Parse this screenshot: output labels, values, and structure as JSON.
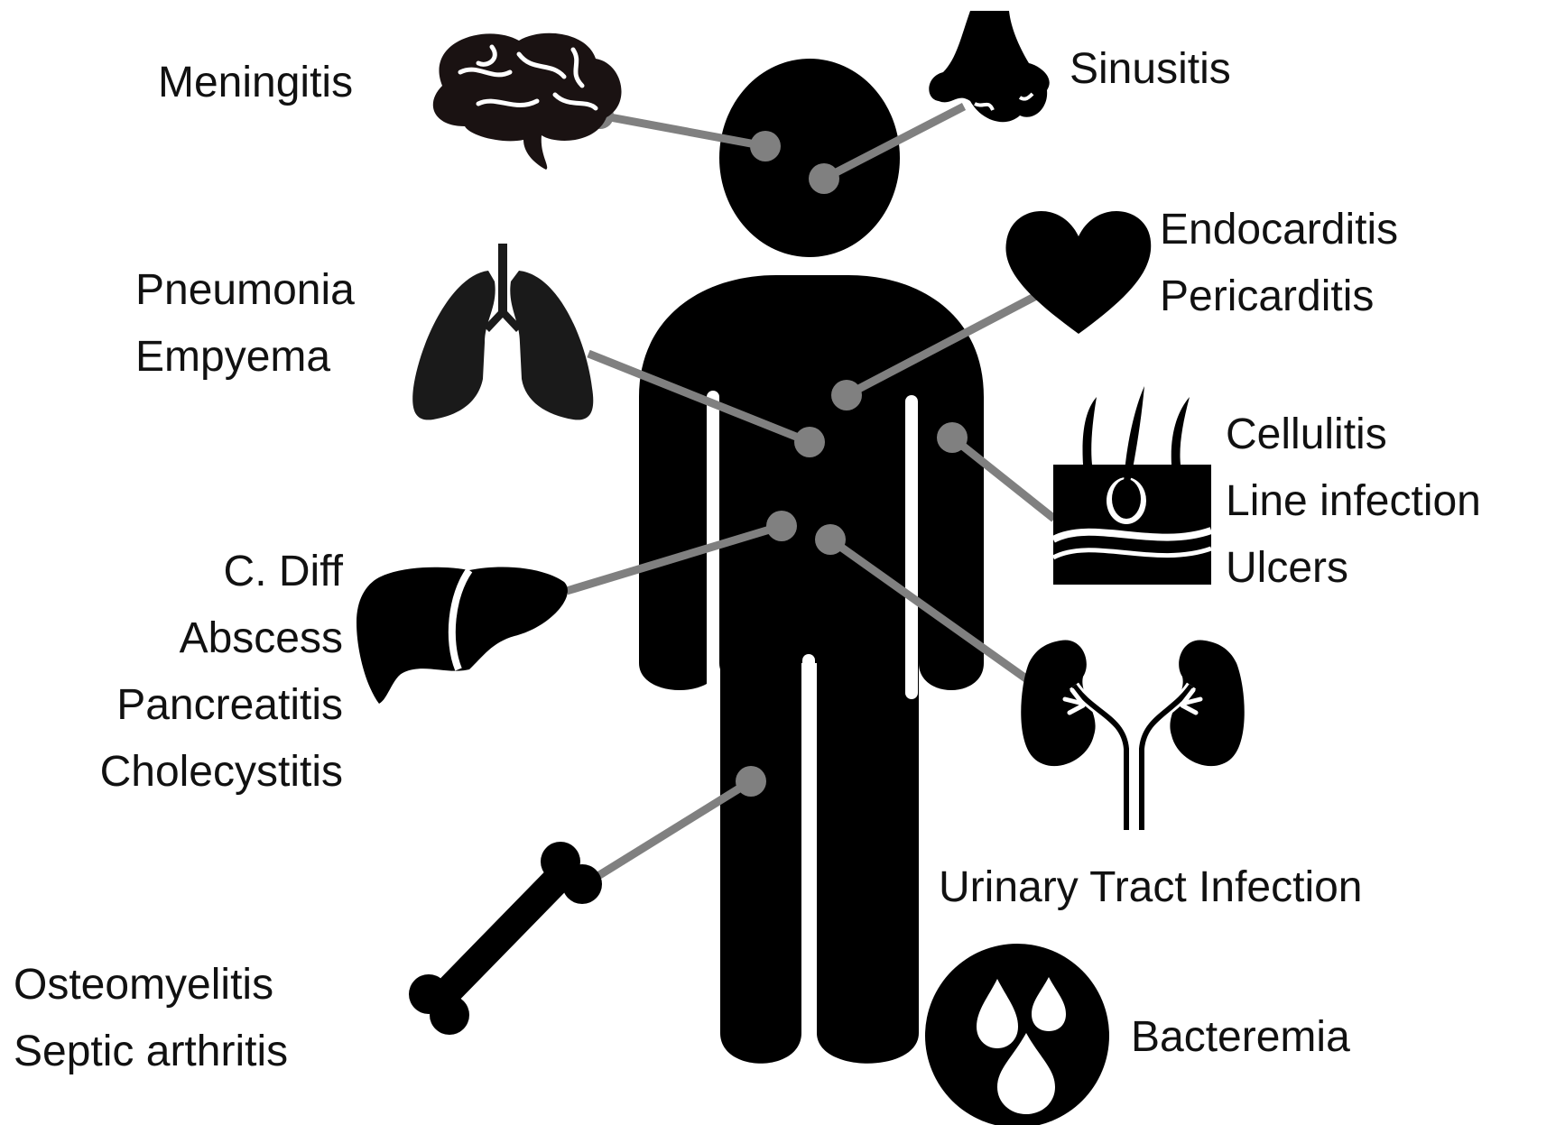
{
  "colors": {
    "icon": "#000000",
    "connector": "#808080",
    "text": "#111111",
    "background": "#ffffff"
  },
  "infections": [
    {
      "id": "brain",
      "icon": "brain-icon",
      "labels": [
        "Meningitis"
      ]
    },
    {
      "id": "nose",
      "icon": "nose-icon",
      "labels": [
        "Sinusitis"
      ]
    },
    {
      "id": "heart",
      "icon": "heart-icon",
      "labels": [
        "Endocarditis",
        "Pericarditis"
      ]
    },
    {
      "id": "lungs",
      "icon": "lungs-icon",
      "labels": [
        "Pneumonia",
        "Empyema"
      ]
    },
    {
      "id": "skin",
      "icon": "skin-hair-icon",
      "labels": [
        "Cellulitis",
        "Line infection",
        "Ulcers"
      ]
    },
    {
      "id": "liver",
      "icon": "liver-icon",
      "labels": [
        "C. Diff",
        "Abscess",
        "Pancreatitis",
        "Cholecystitis"
      ]
    },
    {
      "id": "kidneys",
      "icon": "kidneys-icon",
      "labels": [
        "Urinary Tract Infection"
      ]
    },
    {
      "id": "bone",
      "icon": "bone-icon",
      "labels": [
        "Osteomyelitis",
        "Septic arthritis"
      ]
    },
    {
      "id": "blood",
      "icon": "blood-drops-icon",
      "labels": [
        "Bacteremia"
      ]
    }
  ]
}
